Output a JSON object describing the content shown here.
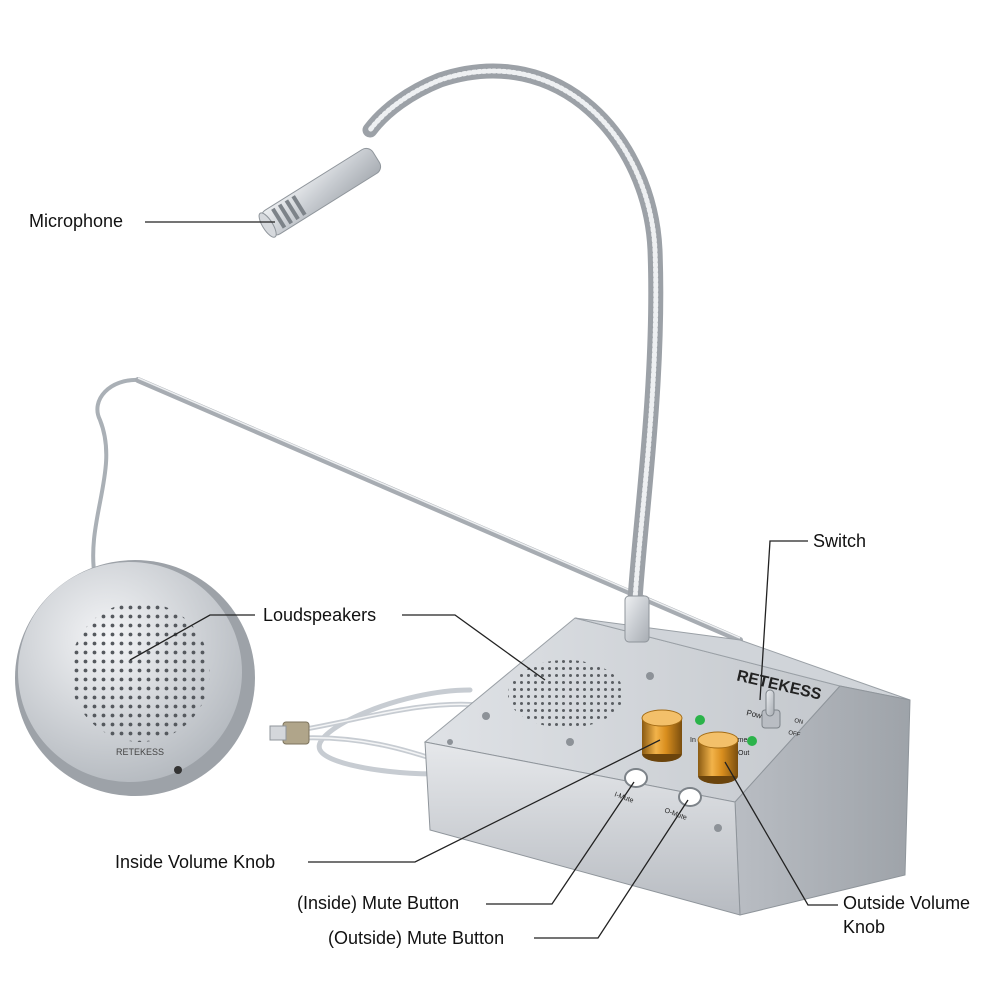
{
  "product": {
    "brand": "RETEKESS",
    "panel": {
      "power": "Power",
      "on": "ON",
      "off": "OFF",
      "in": "In",
      "volume": "Volume",
      "out": "Out",
      "i_mute": "I-Mute",
      "o_mute": "O-Mute"
    }
  },
  "callouts": {
    "microphone": "Microphone",
    "switch": "Switch",
    "loudspeakers": "Loudspeakers",
    "inside_volume_knob": "Inside Volume Knob",
    "inside_mute_button": "(Inside) Mute Button",
    "outside_mute_button": "(Outside) Mute Button",
    "outside_volume_knob_line1": "Outside Volume",
    "outside_volume_knob_line2": "Knob"
  },
  "colors": {
    "knob": "#d98e1e",
    "led": "#2bb34a",
    "metal": "#c9cdd2",
    "line": "#222222"
  }
}
